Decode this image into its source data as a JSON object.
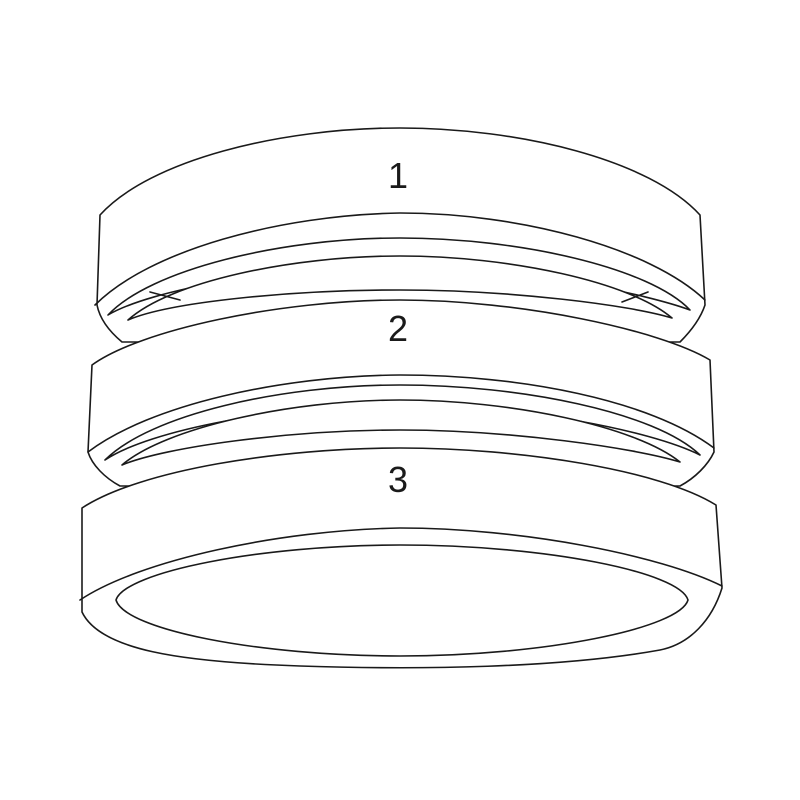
{
  "diagram": {
    "rings": [
      {
        "label": "1"
      },
      {
        "label": "2"
      },
      {
        "label": "3"
      }
    ]
  }
}
